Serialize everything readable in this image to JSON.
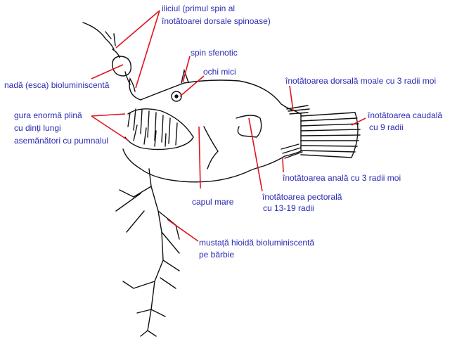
{
  "colors": {
    "label": "#2a2ab4",
    "leader": "#e0141e",
    "drawing": "#111111"
  },
  "labels": {
    "illicium": [
      "iliciul (primul spin al",
      "înotătoarei dorsale spinoase)"
    ],
    "sphenotic_spine": "spin sfenotic",
    "eyes": "ochi mici",
    "esca": "nadă (esca) bioluminiscentă",
    "soft_dorsal": "înotătoarea dorsală moale cu 3 radii moi",
    "mouth": [
      "gura enormă plină",
      "cu dinți lungi",
      "asemănători cu pumnalul"
    ],
    "caudal": [
      "înotătoarea caudală",
      "cu 9 radii"
    ],
    "anal": "înotătoarea anală cu 3 radii moi",
    "pectoral": [
      "înotătoarea pectorală",
      "cu 13-19 radii"
    ],
    "head": "capul mare",
    "barbel": [
      "mustață hioidă bioluminiscentă",
      "pe bărbie"
    ]
  }
}
